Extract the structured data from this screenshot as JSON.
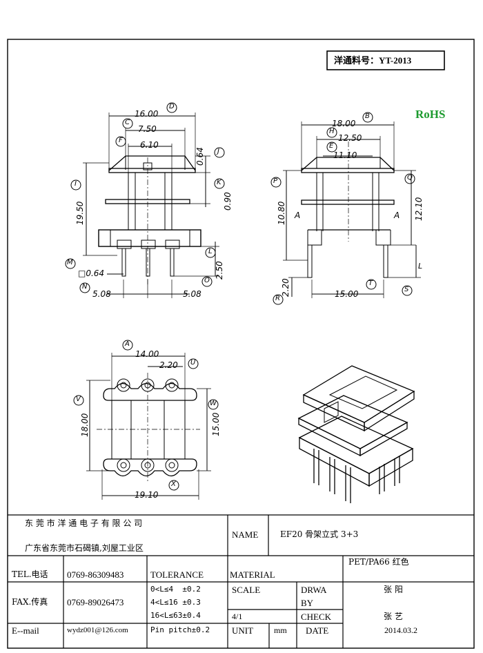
{
  "part_number": "洋通料号：YT-2013",
  "rohs": "RoHS",
  "dims": {
    "d_16_00": "16.00",
    "d_7_50": "7.50",
    "d_6_10": "6.10",
    "d_0_64": "0.64",
    "d_0_90": "0.90",
    "d_19_50": "19.50",
    "d_2_50": "2.50",
    "d_sq_0_64": "□0.64",
    "d_5_08_l": "5.08",
    "d_5_08_r": "5.08",
    "d_18_00_top": "18.00",
    "d_12_50": "12.50",
    "d_11_10": "11.10",
    "d_10_80": "10.80",
    "d_12_10": "12.10",
    "d_2_20": "2.20",
    "d_15_00_bot": "15.00",
    "d_14_00": "14.00",
    "d_2_20_b": "2.20",
    "d_18_00_left": "18.00",
    "d_15_00_right": "15.00",
    "d_19_10": "19.10"
  },
  "letters": {
    "D": "D",
    "C": "C",
    "F": "F",
    "J": "J",
    "K": "K",
    "I": "I",
    "L": "L",
    "M": "M",
    "N": "N",
    "O": "O",
    "B": "B",
    "H": "H",
    "E": "E",
    "P": "P",
    "Q": "Q",
    "A1": "A",
    "A2": "A",
    "L2": "L",
    "R": "R",
    "T": "T",
    "S": "S",
    "A3": "A",
    "U": "U",
    "V": "V",
    "W": "W",
    "X": "X"
  },
  "title_block": {
    "company": "东 莞 市 洋 通 电 子 有 限 公 司",
    "address": "广东省东莞市石碣镇,刘屋工业区",
    "name_label": "NAME",
    "name_value": "EF20 骨架立式 3+3",
    "material_label": "MATERIAL",
    "material_value": "PET/PA66 红色",
    "tel_label": "TEL.电话",
    "tel_value": "0769-86309483",
    "fax_label": "FAX.传真",
    "fax_value": "0769-89026473",
    "email_label": "E--mail",
    "email_value": "wydz001@126.com",
    "tolerance_label": "TOLERANCE",
    "tol_1": "0<L≤4  ±0.2",
    "tol_2": "4<L≤16 ±0.3",
    "tol_3": "16<L≤63±0.4",
    "tol_4": "Pin pitch±0.2",
    "scale_label": "SCALE",
    "scale_value": "4/1",
    "drawn_label": "DRWA",
    "drawn_label2": "BY",
    "drawn_value": "张 阳",
    "check_label": "CHECK",
    "check_value": "张 艺",
    "unit_label": "UNIT",
    "unit_value": "mm",
    "date_label": "DATE",
    "date_value": "2014.03.2"
  },
  "colors": {
    "rohs": "#1c9a2e",
    "line": "#000000"
  }
}
